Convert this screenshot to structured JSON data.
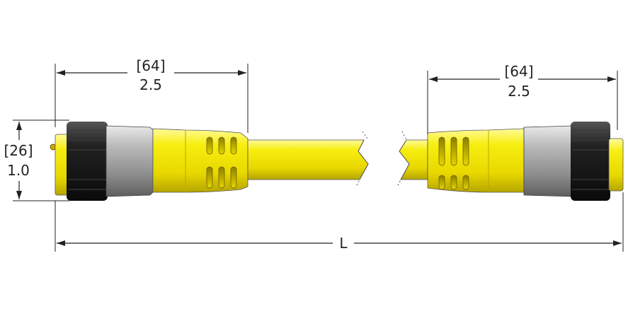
{
  "colors": {
    "cable_yellow": "#f2e600",
    "cable_shadow": "#b8aa00",
    "nut_black": "#1a1a1a",
    "coupling_gray": "#9a9a9a",
    "line": "#222222"
  },
  "dimensions": {
    "left_length_mm": "[64]",
    "left_length_in": "2.5",
    "right_length_mm": "[64]",
    "right_length_in": "2.5",
    "diameter_mm": "[26]",
    "diameter_in": "1.0",
    "overall_length": "L"
  }
}
